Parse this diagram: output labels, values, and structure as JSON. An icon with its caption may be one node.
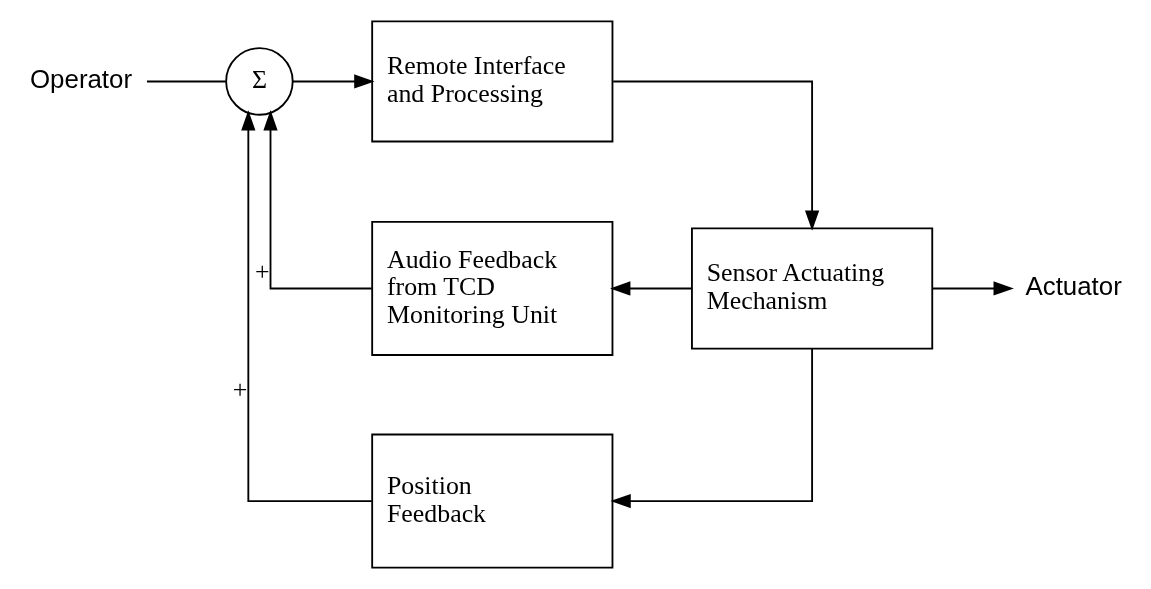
{
  "diagram": {
    "nodes": [
      {
        "text": [
          "Operator"
        ]
      },
      {
        "text": [
          "Σ"
        ]
      },
      {
        "text": [
          "Remote Interface and Processing"
        ]
      },
      {
        "text": [
          "Sensor Actuating Mechanism"
        ]
      },
      {
        "text": [
          "Actuator"
        ]
      },
      {
        "text": [
          "Audio Feedback from TCD Monitoring Unit"
        ]
      },
      {
        "text": [
          "Position Feedback"
        ]
      }
    ],
    "edges": [
      {
        "from": 0,
        "to": 1,
        "arrow": "none"
      },
      {
        "from": 1,
        "to": 2,
        "arrow": "to"
      },
      {
        "from": 2,
        "to": 3,
        "arrow": "to"
      },
      {
        "from": 3,
        "to": 4,
        "arrow": "to"
      },
      {
        "from": 3,
        "to": 5,
        "arrow": "to"
      },
      {
        "from": 3,
        "to": 6,
        "arrow": "to"
      },
      {
        "from": 5,
        "to": 1,
        "arrow": "to",
        "label": "+"
      },
      {
        "from": 6,
        "to": 1,
        "arrow": "to",
        "label": "+"
      }
    ]
  }
}
